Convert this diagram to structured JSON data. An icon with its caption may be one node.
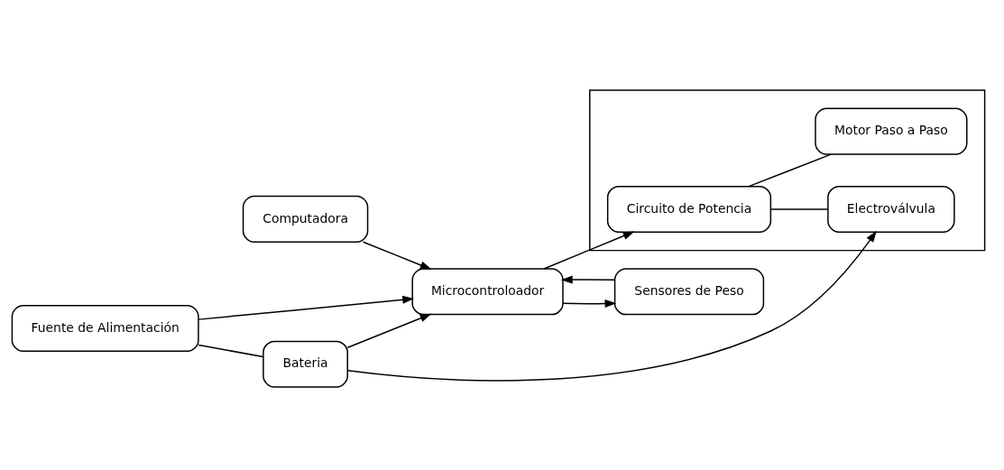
{
  "diagram": {
    "nodes": [
      {
        "text": [
          "Computadora"
        ]
      },
      {
        "text": [
          "Fuente de Alimentación"
        ]
      },
      {
        "text": [
          "Microcontroloador"
        ]
      },
      {
        "text": [],
        "shape": "box"
      },
      {
        "text": [
          "Circuito de Potencia"
        ],
        "in": 3
      },
      {
        "text": [
          "Motor Paso a Paso"
        ],
        "in": 3
      },
      {
        "text": [
          "Electroválvula"
        ],
        "in": 3
      },
      {
        "text": [
          "Bateria"
        ]
      },
      {
        "text": [
          "Sensores de Peso"
        ]
      }
    ],
    "edges": [
      {
        "from": 0,
        "to": 2,
        "arrow": "to"
      },
      {
        "from": 1,
        "to": 2,
        "arrow": "to"
      },
      {
        "from": 2,
        "to": 4,
        "arrow": "to"
      },
      {
        "from": 4,
        "to": 5,
        "arrow": "none"
      },
      {
        "from": 4,
        "to": 6,
        "arrow": "none"
      },
      {
        "from": 1,
        "to": 7,
        "arrow": "none"
      },
      {
        "from": 7,
        "to": 2,
        "arrow": "to"
      },
      {
        "from": 2,
        "to": 8,
        "arrow": "to"
      },
      {
        "from": 8,
        "to": 2,
        "arrow": "to"
      },
      {
        "from": 7,
        "to": 6,
        "arrow": "to"
      }
    ]
  }
}
